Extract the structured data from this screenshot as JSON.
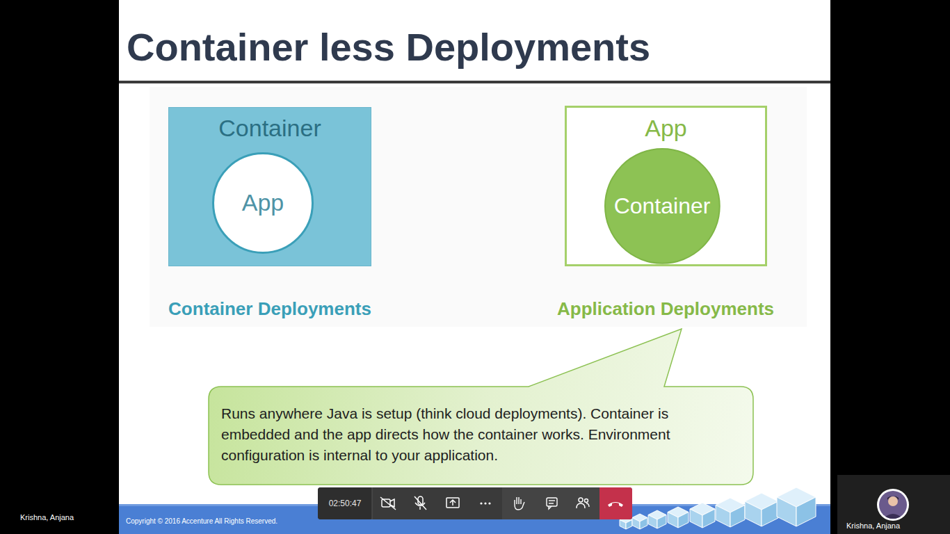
{
  "diagram": {
    "title": "Container less Deployments",
    "nodes": [
      {
        "text": [
          "Container"
        ]
      },
      {
        "text": [
          "App"
        ],
        "in": 0
      },
      {
        "text": [
          "App"
        ]
      },
      {
        "text": [
          "Container"
        ],
        "in": 2
      },
      {
        "text": [
          "Runs anywhere Java is setup (think cloud deployments). Container is embedded and the app directs how the container works. Environment configuration is internal to your application."
        ]
      }
    ],
    "labels": [
      "Container Deployments",
      "Application Deployments",
      "02:50:47",
      "Krishna, Anjana",
      "Copyright © 2016 Accenture All Rights Reserved.",
      "Krishna, Anjana"
    ]
  }
}
